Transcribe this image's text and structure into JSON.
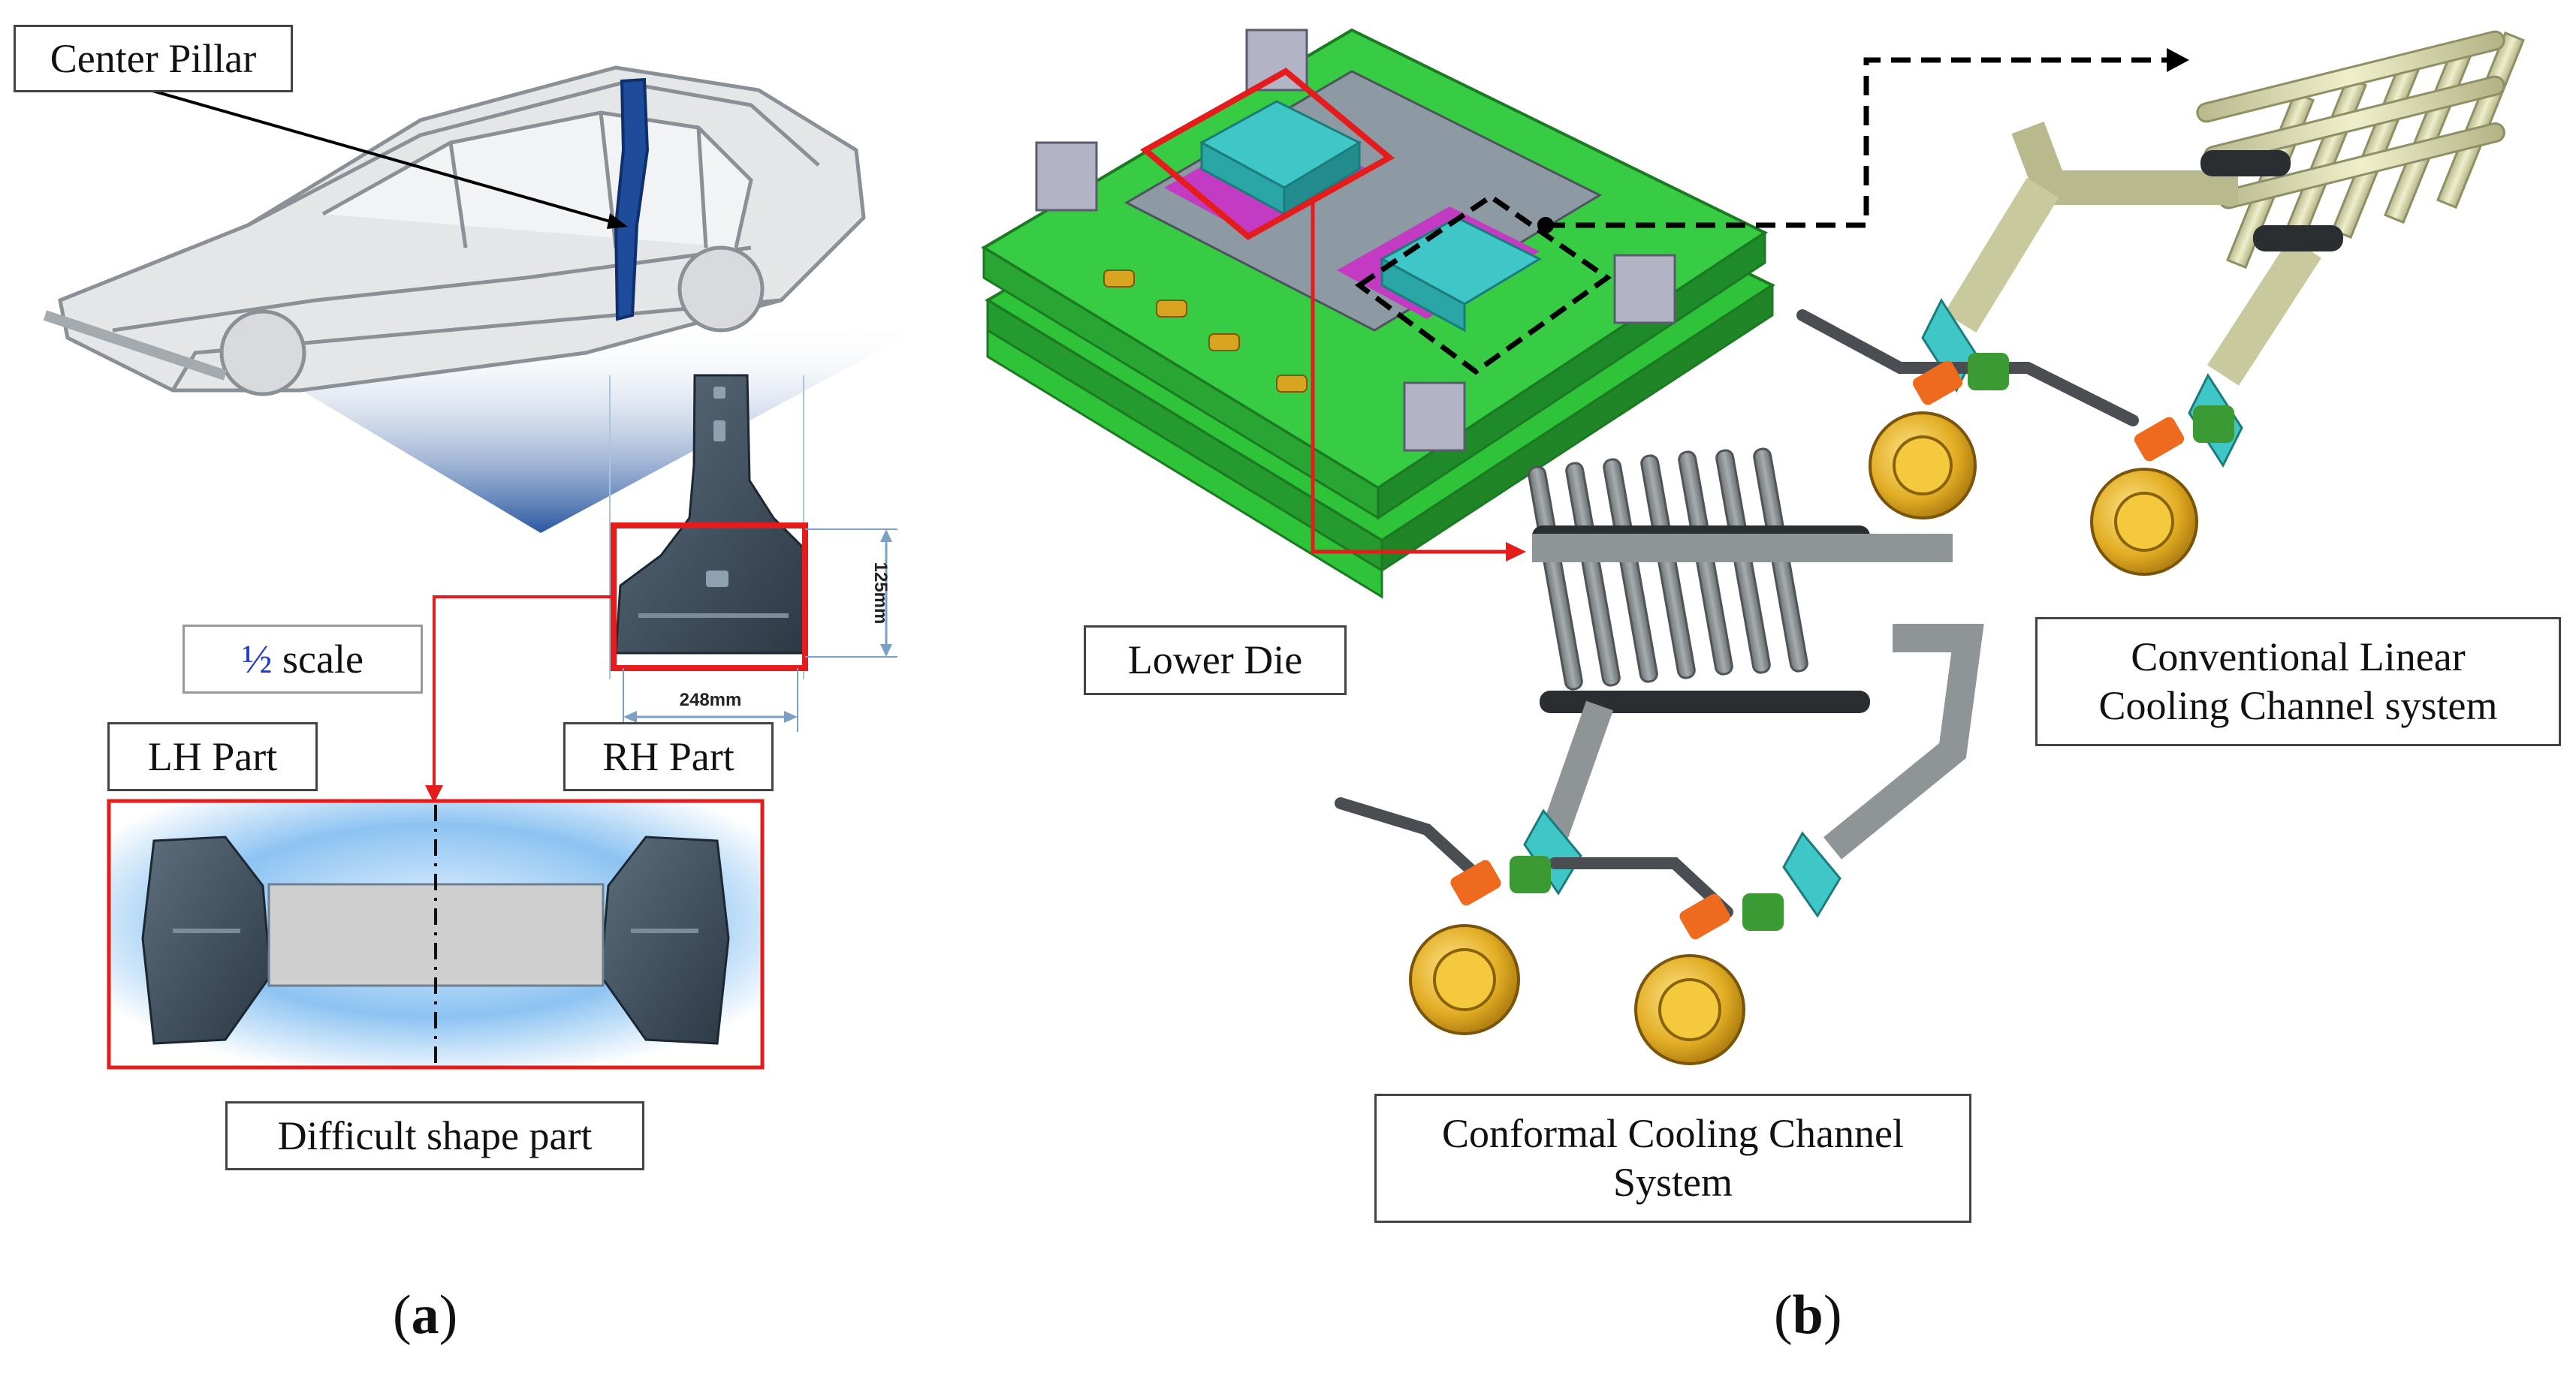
{
  "panel_a": {
    "caption_open": "(",
    "caption_letter": "a",
    "caption_close": ")",
    "center_pillar_label": "Center Pillar",
    "half_symbol": "½",
    "scale_word": "scale",
    "lh_part_label": "LH Part",
    "rh_part_label": "RH Part",
    "difficult_label": "Difficult shape part",
    "dim_height": "125mm",
    "dim_width": "248mm"
  },
  "panel_b": {
    "caption_open": "(",
    "caption_letter": "b",
    "caption_close": ")",
    "lower_die_label": "Lower Die",
    "conventional_line1": "Conventional Linear",
    "conventional_line2": "Cooling Channel system",
    "conformal_line1": "Conformal Cooling Channel",
    "conformal_line2": "System"
  },
  "colors": {
    "highlight_red": "#e51c1c",
    "die_green": "#2fc33a",
    "die_cyan": "#3fc6c6",
    "die_magenta": "#c23bc2",
    "pillar_blue": "#1e4b9a",
    "conventional_pipe": "#dfe0b6",
    "conformal_pipe": "#8f9497",
    "valve_gold": "#d9a520",
    "valve_orange": "#ee6a1f"
  },
  "icons": [
    "car-body-illustration",
    "pillar-part-illustration",
    "die-assembly-illustration",
    "cooling-channel-illustration",
    "ball-valve-icon"
  ]
}
